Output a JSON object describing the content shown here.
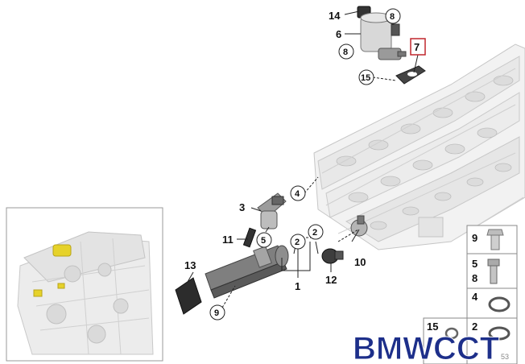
{
  "diagram": {
    "callouts": {
      "c14": "14",
      "c8a": "8",
      "c6": "6",
      "c8b": "8",
      "c7": "7",
      "c15": "15",
      "c4": "4",
      "c3": "3",
      "c5": "5",
      "c11": "11",
      "c2a": "2",
      "c2b": "2",
      "c1": "1",
      "c10": "10",
      "c12": "12",
      "c13": "13",
      "c9": "9"
    },
    "parts_table": {
      "row1": "9",
      "row2a": "5",
      "row2b": "8",
      "row3": "4",
      "row4a": "15",
      "row4b": "2"
    },
    "watermark": "BMWCCT",
    "reference_number": "53"
  },
  "colors": {
    "highlight_box": "#c0272d",
    "watermark_primary": "#1d2f8a",
    "watermark_accent": "#c0272d",
    "engine_gray": "#d9d9d9",
    "sensor_yellow": "#e6d22a"
  }
}
